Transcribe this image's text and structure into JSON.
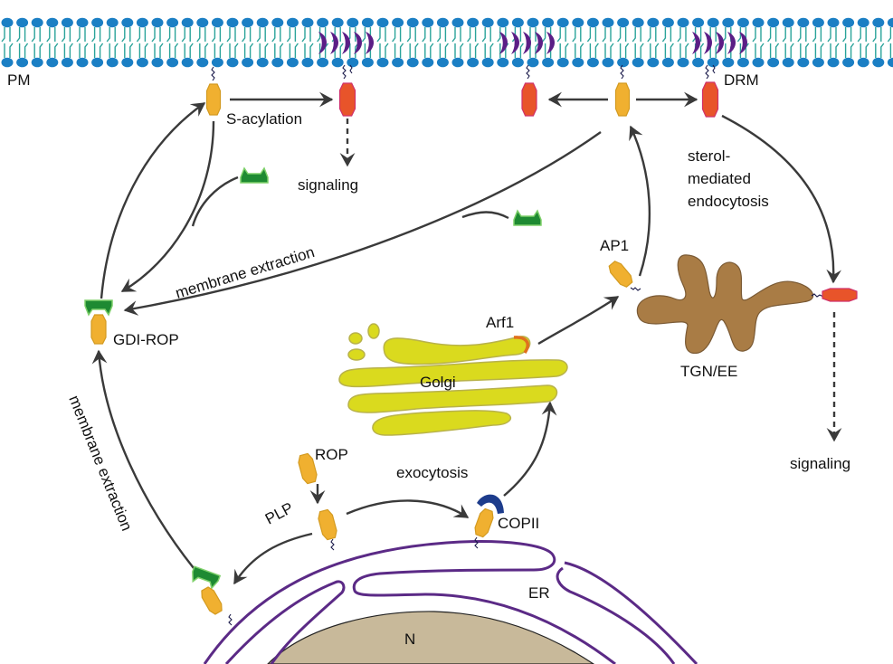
{
  "title": "ROP GTPase membrane trafficking and S-acylation cycle",
  "colors": {
    "membrane_head": "#1b7fc4",
    "membrane_tail": "#2aa39a",
    "raft_protein": "#5b1e86",
    "rop_inactive": "#f0b030",
    "rop_active": "#e8542a",
    "rop_active_outline": "#d0306a",
    "gdi": "#1e8a32",
    "golgi": "#dada1e",
    "tgn": "#a97c45",
    "nucleus": "#c8b99a",
    "er": "#5b2a86",
    "copii": "#1d3c8c",
    "arf1": "#e0701e",
    "arrow": "#3a3a3a"
  },
  "labels": {
    "pm": "PM",
    "drm": "DRM",
    "s_acylation": "S-acylation",
    "signaling_top": "signaling",
    "signaling_right": "signaling",
    "membrane_extraction_upper": "membrane extraction",
    "membrane_extraction_left": "membrane extraction",
    "gdi_rop": "GDI-ROP",
    "sterol_line1": "sterol-",
    "sterol_line2": "mediated",
    "sterol_line3": "endocytosis",
    "ap1": "AP1",
    "arf1": "Arf1",
    "golgi": "Golgi",
    "tgn_ee": "TGN/EE",
    "rop": "ROP",
    "plp": "PLP",
    "exocytosis": "exocytosis",
    "copii": "COPII",
    "er": "ER",
    "nucleus": "N"
  },
  "icons": {
    "rop": "hexagon-protein",
    "gdi": "gdi-clamp",
    "copii": "coat-crescent",
    "arf1": "arf-arc"
  }
}
